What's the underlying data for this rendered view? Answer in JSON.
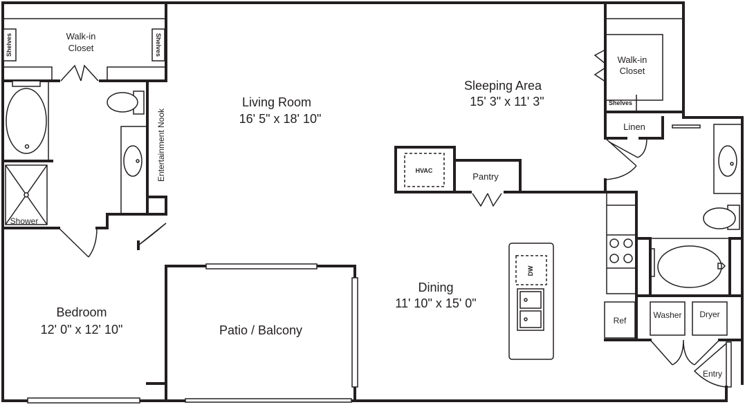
{
  "rooms": {
    "living_room": {
      "name": "Living Room",
      "size": "16' 5\" x 18' 10\""
    },
    "sleeping_area": {
      "name": "Sleeping Area",
      "size": "15' 3\" x 11' 3\""
    },
    "bedroom": {
      "name": "Bedroom",
      "size": "12' 0\" x 12' 10\""
    },
    "dining": {
      "name": "Dining",
      "size": "11' 10\" x 15' 0\""
    },
    "patio": {
      "name": "Patio / Balcony"
    },
    "walk_in_closet_left": {
      "line1": "Walk-in",
      "line2": "Closet"
    },
    "walk_in_closet_right": {
      "line1": "Walk-in",
      "line2": "Closet"
    },
    "entertainment_nook": "Entertainment Nook",
    "shower": "Shower",
    "shelves_left": "Shelves",
    "shelves_right": "Shelves",
    "shelves_closet": "Shelves",
    "linen": "Linen",
    "hvac": "HVAC",
    "pantry": "Pantry",
    "dw": "DW",
    "ref": "Ref",
    "washer": "Washer",
    "dryer": "Dryer",
    "entry": "Entry"
  }
}
